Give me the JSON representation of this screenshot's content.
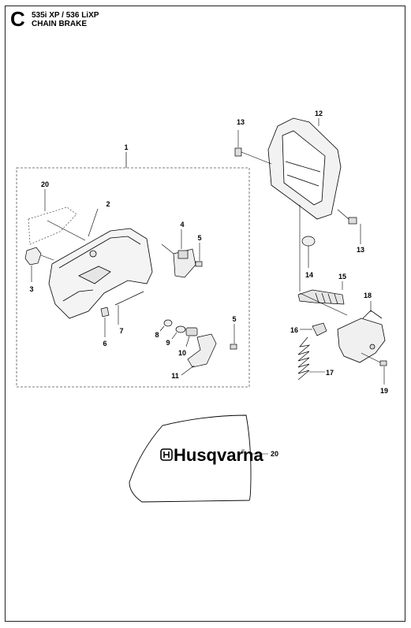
{
  "header": {
    "section_letter": "C",
    "model": "535i XP / 536 LiXP",
    "title": "CHAIN BRAKE"
  },
  "callouts": [
    "1",
    "2",
    "3",
    "4",
    "5",
    "5",
    "6",
    "7",
    "8",
    "9",
    "10",
    "11",
    "12",
    "13",
    "13",
    "14",
    "15",
    "16",
    "17",
    "18",
    "19",
    "20",
    "20"
  ],
  "decal": {
    "brand_text": "Husqvarna",
    "trademark": "®",
    "part_number": "20"
  }
}
